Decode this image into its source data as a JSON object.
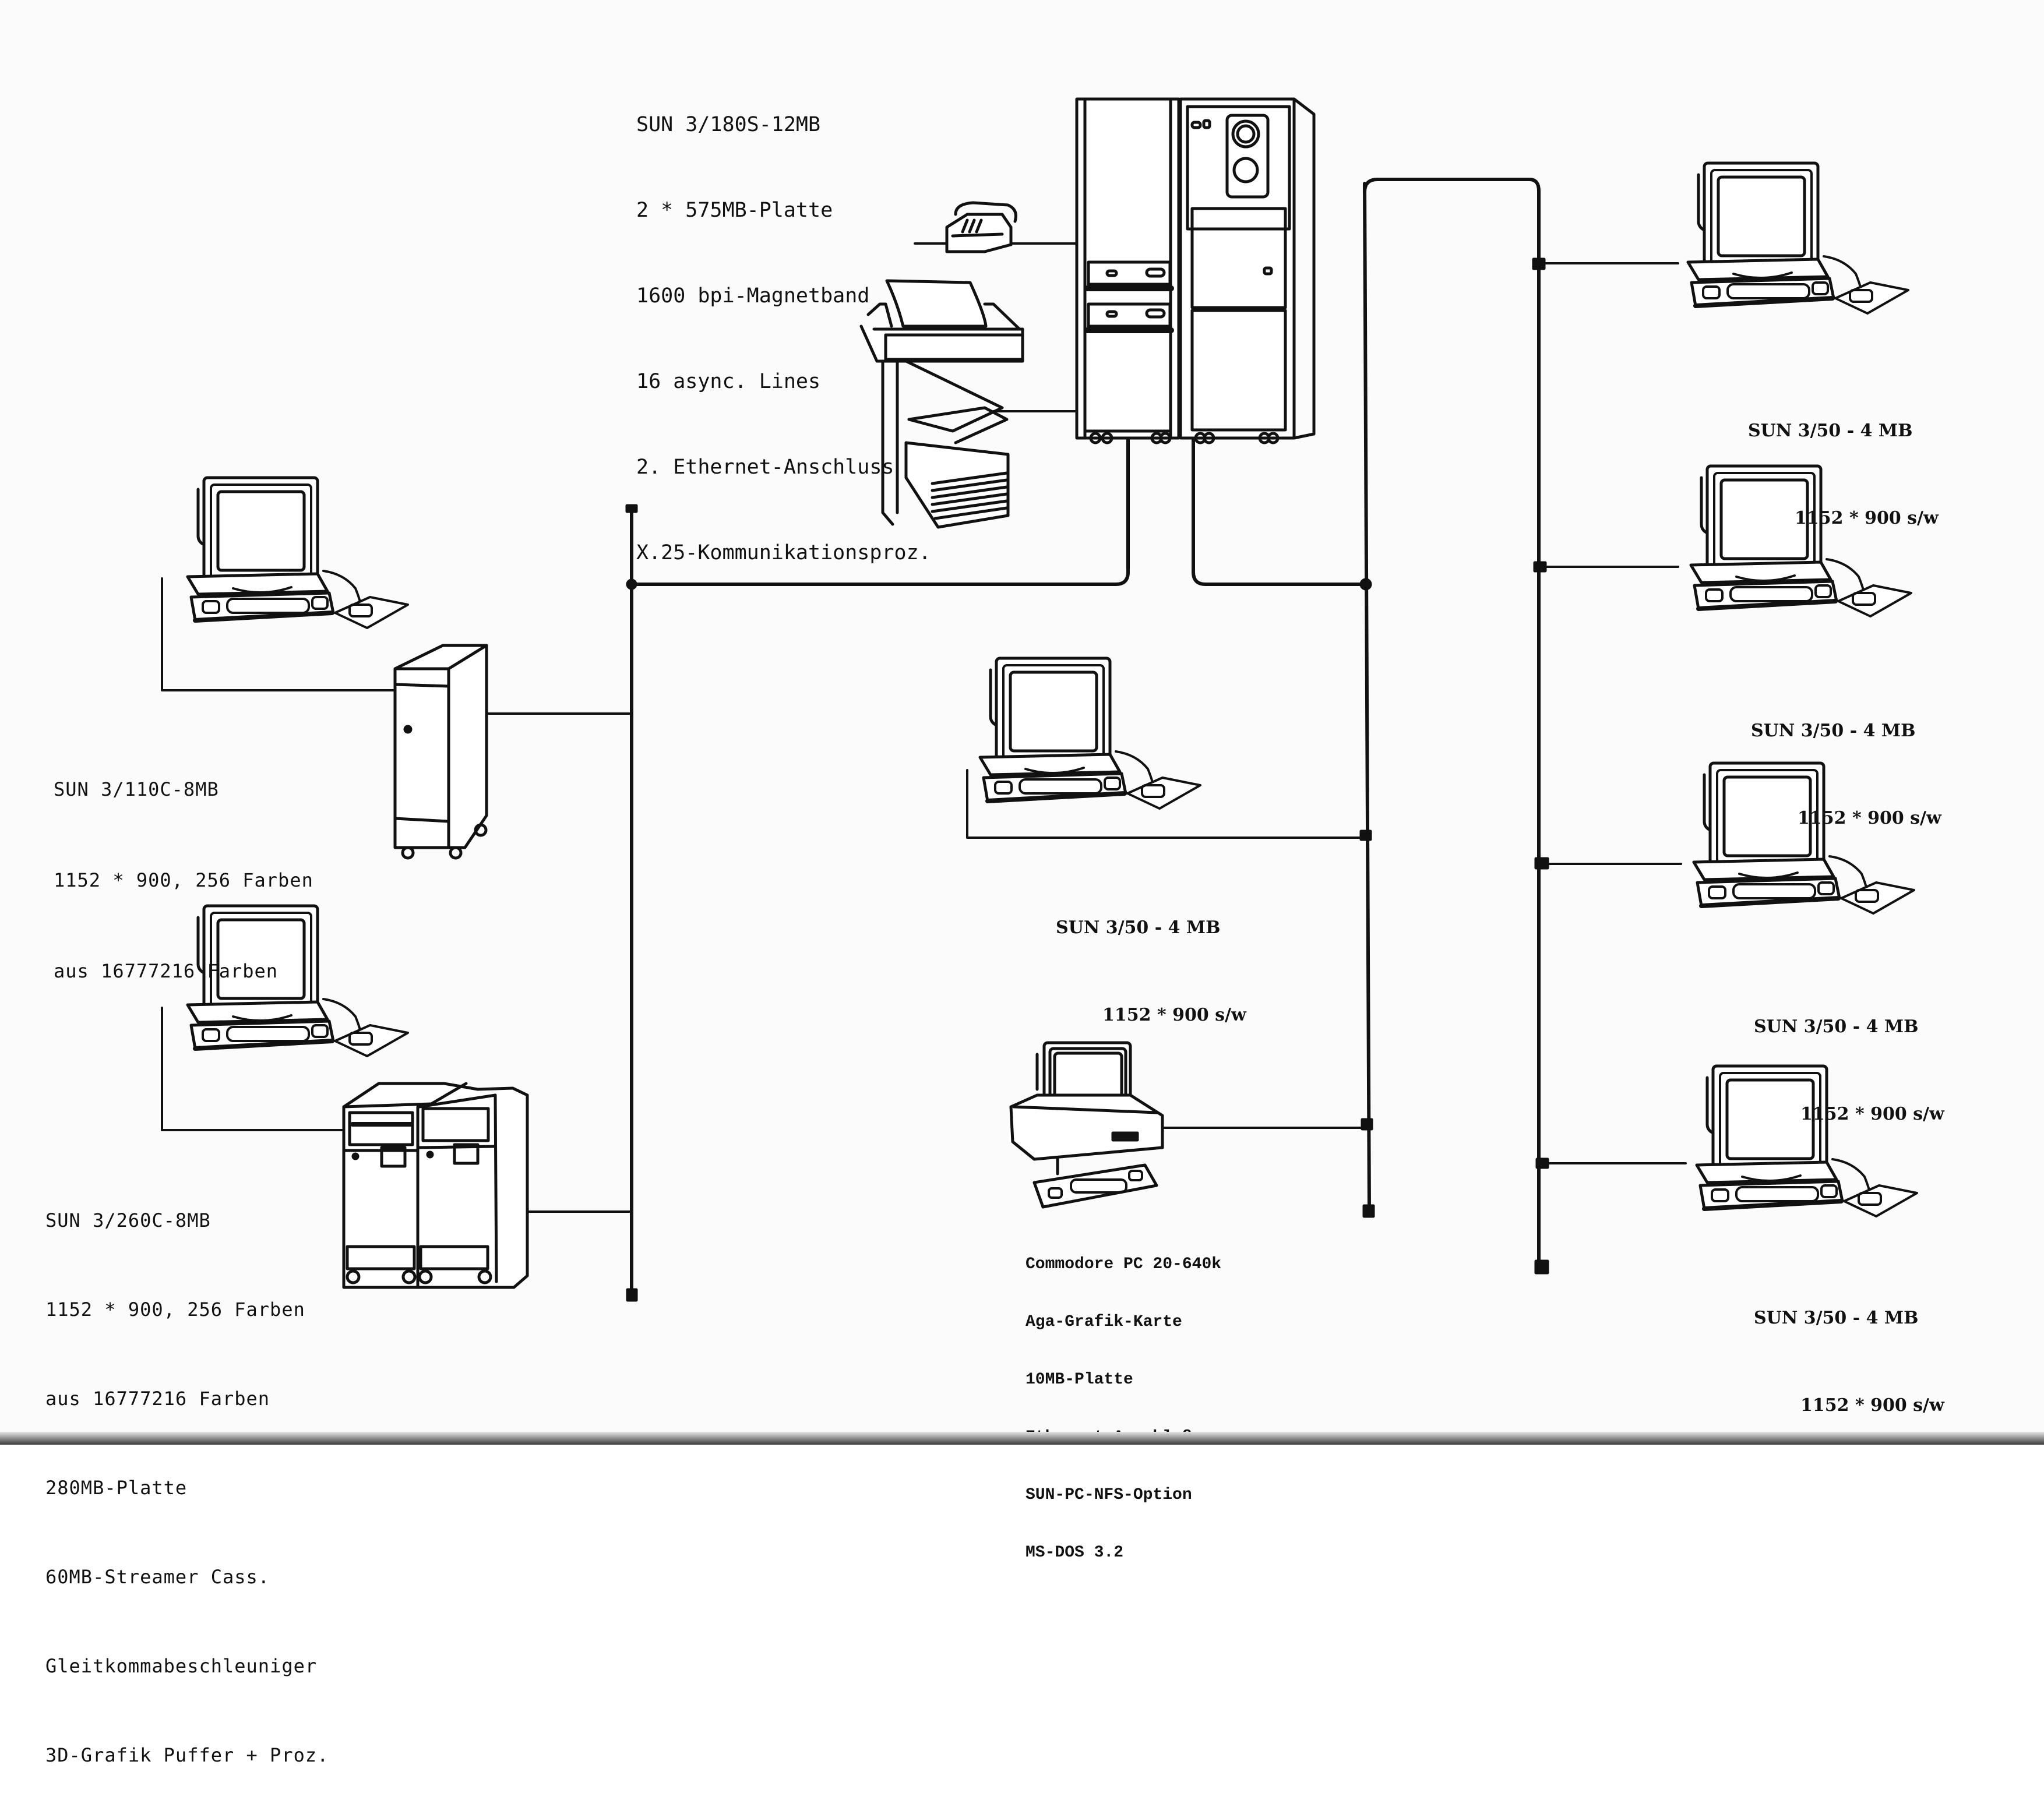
{
  "diagram": {
    "type": "network-topology",
    "medium": "Ethernet bus",
    "colors": {
      "ink": "#111111",
      "paper": "#fbfbfb"
    }
  },
  "server": {
    "name": "SUN 3/180S-12MB",
    "lines": [
      "SUN 3/180S-12MB",
      "2 * 575MB-Platte",
      "1600 bpi-Magnetband",
      "16 async. Lines",
      "2. Ethernet-Anschluss",
      "X.25-Kommunikationsproz."
    ],
    "peripherals": [
      "telephone-modem",
      "line-printer"
    ]
  },
  "workstation_110": {
    "lines": [
      "SUN 3/110C-8MB",
      "1152 * 900, 256 Farben",
      "aus 16777216 Farben"
    ]
  },
  "workstation_260": {
    "lines": [
      "SUN 3/260C-8MB",
      "1152 * 900, 256 Farben",
      "aus 16777216 Farben",
      "280MB-Platte",
      "60MB-Streamer Cass.",
      "Gleitkommabeschleuniger",
      "3D-Grafik Puffer + Proz."
    ]
  },
  "commodore_pc": {
    "lines": [
      "Commodore PC 20-640k",
      "Aga-Grafik-Karte",
      "10MB-Platte",
      "Ethernet-Anschluß",
      "SUN-PC-NFS-Option",
      "MS-DOS 3.2"
    ]
  },
  "sun350_workstations": [
    {
      "id": "center",
      "line1": "SUN 3/50 - 4 MB",
      "line2": "1152 * 900 s/w"
    },
    {
      "id": "right-1",
      "line1": "SUN 3/50 - 4 MB",
      "line2": "1152 * 900 s/w"
    },
    {
      "id": "right-2",
      "line1": "SUN 3/50 - 4 MB",
      "line2": "1152 * 900 s/w"
    },
    {
      "id": "right-3",
      "line1": "SUN 3/50 - 4 MB",
      "line2": "1152 * 900 s/w"
    },
    {
      "id": "right-4",
      "line1": "SUN 3/50 - 4 MB",
      "line2": "1152 * 900 s/w"
    }
  ]
}
